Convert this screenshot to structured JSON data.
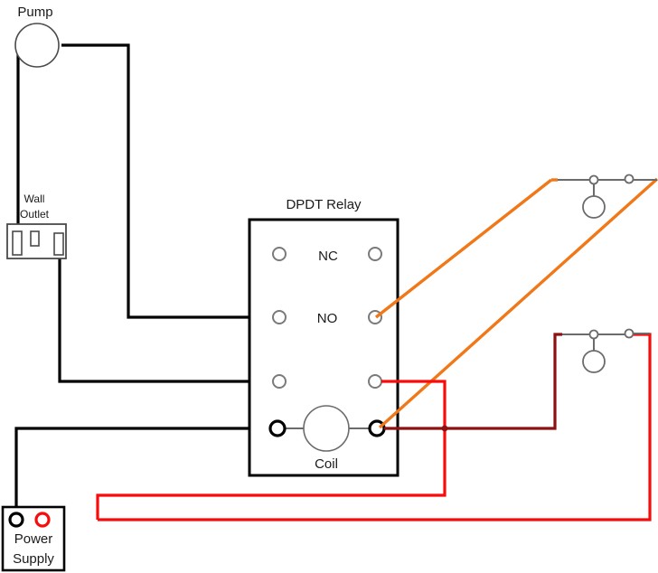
{
  "diagram": {
    "title_text_present": false,
    "colors": {
      "wire_black": "#000000",
      "wire_red_bright": "#f80b0b",
      "wire_red_dark": "#8c1111",
      "wire_orange": "#f07818",
      "wire_gray": "#6b6b6b",
      "outline": "#1a1a1a",
      "terminal_gray": "#7a7a7a",
      "background": "#ffffff"
    },
    "components": {
      "pump": {
        "label": "Pump",
        "shape": "circle"
      },
      "wall_outlet": {
        "label_line1": "Wall",
        "label_line2": "Outlet",
        "slots": 3,
        "shape": "rectangle"
      },
      "relay": {
        "label": "DPDT Relay",
        "terminal_labels": {
          "nc": "NC",
          "no": "NO"
        },
        "coil_label": "Coil",
        "terminal_rows": 4,
        "terminal_columns": 2
      },
      "power_supply": {
        "label_line1": "Power",
        "label_line2": "Supply",
        "terminals": [
          {
            "name": "negative",
            "color": "#000000"
          },
          {
            "name": "positive",
            "color": "#f80b0b"
          }
        ]
      },
      "switch_top": {
        "name": "float-switch-upper",
        "terminals": 2,
        "body": "circle"
      },
      "switch_bottom": {
        "name": "float-switch-lower",
        "terminals": 2,
        "body": "circle"
      }
    },
    "wires": [
      {
        "name": "pump-left-to-outlet",
        "color": "#000000"
      },
      {
        "name": "pump-right-to-relay-no-left",
        "color": "#000000"
      },
      {
        "name": "outlet-right-to-relay-common-left",
        "color": "#000000"
      },
      {
        "name": "psu-negative-to-relay-coil-left",
        "color": "#000000"
      },
      {
        "name": "relay-no-right-to-upper-switch",
        "color": "#f07818"
      },
      {
        "name": "relay-coil-right-to-lower-switch-area",
        "color": "#f07818"
      },
      {
        "name": "relay-common-right-to-psu-positive",
        "color": "#f80b0b"
      },
      {
        "name": "lower-switch-right-to-psu-positive",
        "color": "#f80b0b"
      },
      {
        "name": "relay-coil-right-to-lower-switch-left",
        "color": "#8c1111"
      }
    ]
  }
}
